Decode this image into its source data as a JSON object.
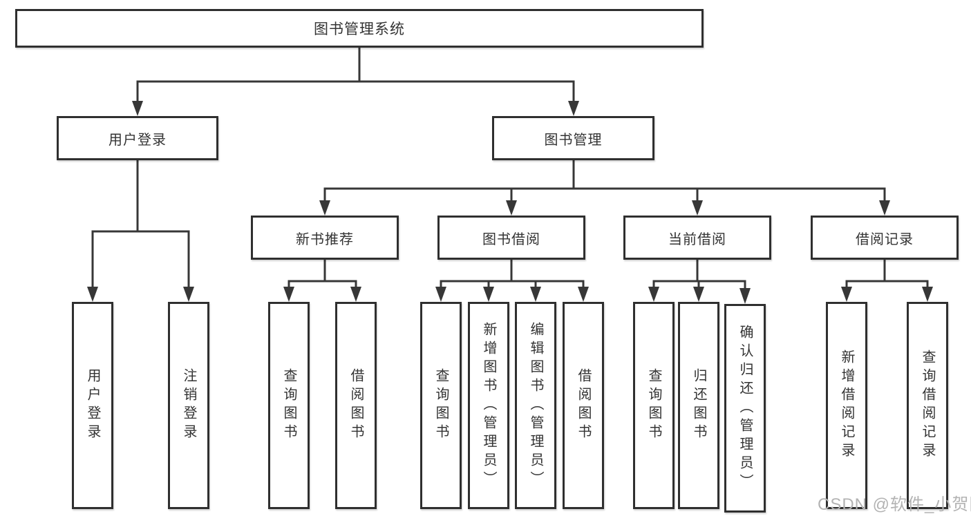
{
  "diagram": {
    "root": {
      "label": "图书管理系统"
    },
    "level2": [
      {
        "label": "用户登录"
      },
      {
        "label": "图书管理"
      }
    ],
    "level3": [
      {
        "label": "新书推荐"
      },
      {
        "label": "图书借阅"
      },
      {
        "label": "当前借阅"
      },
      {
        "label": "借阅记录"
      }
    ],
    "leaves": [
      {
        "label": "用户登录"
      },
      {
        "label": "注销登录"
      },
      {
        "label": "查询图书"
      },
      {
        "label": "借阅图书"
      },
      {
        "label": "查询图书"
      },
      {
        "label": "新增图书（管理员）"
      },
      {
        "label": "编辑图书（管理员）"
      },
      {
        "label": "借阅图书"
      },
      {
        "label": "查询图书"
      },
      {
        "label": "归还图书"
      },
      {
        "label": "确认归还（管理员）"
      },
      {
        "label": "新增借阅记录"
      },
      {
        "label": "查询借阅记录"
      }
    ]
  },
  "watermark": {
    "text": "CSDN @软件_小贺同学"
  },
  "colors": {
    "line": "#373737",
    "box_border": "#2f2f2f",
    "box_fill": "#ffffff",
    "text": "#333333",
    "watermark": "#b3b3b3",
    "background": "#ffffff"
  }
}
